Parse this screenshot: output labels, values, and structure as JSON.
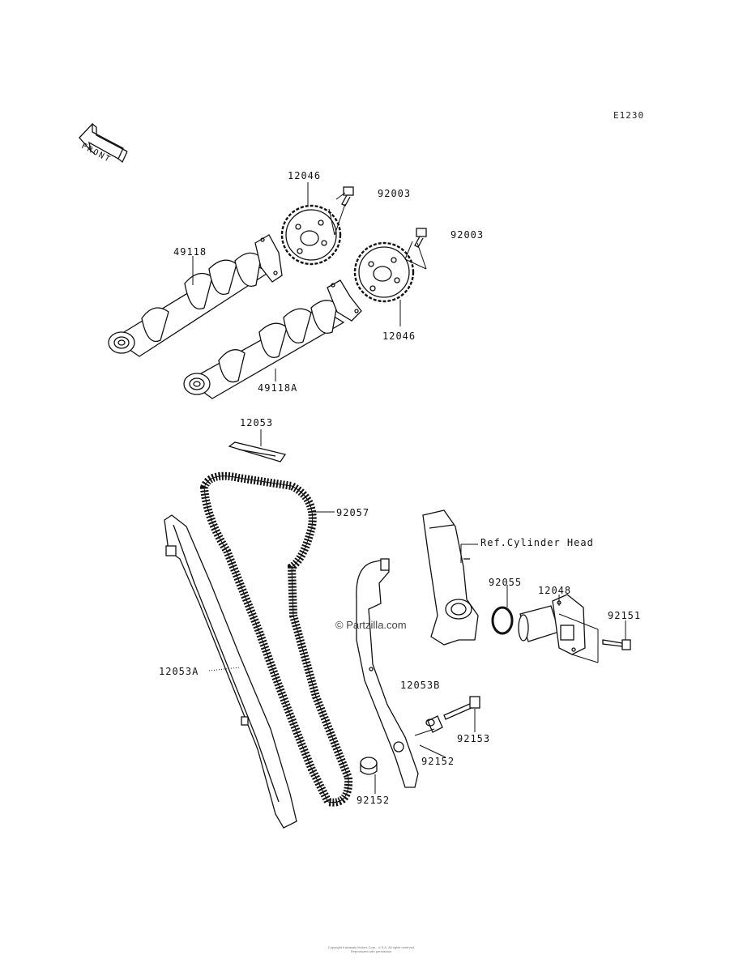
{
  "diagram_id": "E1230",
  "front_label": "FRONT",
  "watermark": "© Partzilla.com",
  "reference_note": "Ref.Cylinder Head",
  "parts": {
    "sprocket_upper": "12046",
    "sprocket_lower": "12046",
    "bolt_upper": "92003",
    "bolt_lower": "92003",
    "camshaft_exhaust": "49118",
    "camshaft_intake": "49118A",
    "guide_top": "12053",
    "chain": "92057",
    "guide_front": "12053A",
    "guide_rear": "12053B",
    "oring": "92055",
    "tensioner": "12048",
    "tensioner_bolt": "92151",
    "guide_bolt": "92153",
    "collar_upper": "92152",
    "collar_lower": "92152"
  },
  "footer": {
    "line1": "Copyright Kawasaki Motors Corp., U.S.A. All rights reserved.",
    "line2": "Reproduced with permission."
  }
}
